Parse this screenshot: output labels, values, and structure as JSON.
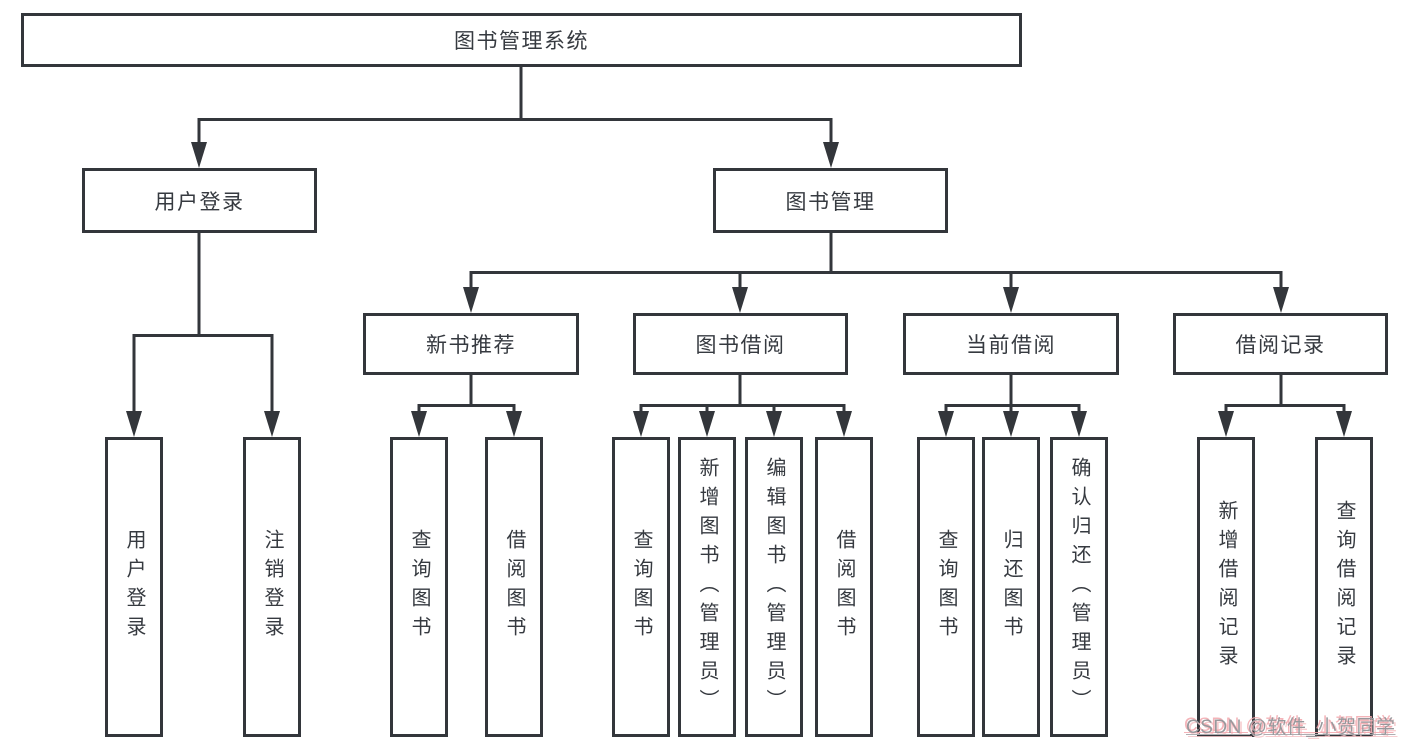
{
  "tree": {
    "label": "图书管理系统",
    "children": [
      {
        "label": "用户登录",
        "children": [
          {
            "label": "用户登录"
          },
          {
            "label": "注销登录"
          }
        ]
      },
      {
        "label": "图书管理",
        "children": [
          {
            "label": "新书推荐",
            "children": [
              {
                "label": "查询图书"
              },
              {
                "label": "借阅图书"
              }
            ]
          },
          {
            "label": "图书借阅",
            "children": [
              {
                "label": "查询图书"
              },
              {
                "label": "新增图书（管理员）"
              },
              {
                "label": "编辑图书（管理员）"
              },
              {
                "label": "借阅图书"
              }
            ]
          },
          {
            "label": "当前借阅",
            "children": [
              {
                "label": "查询图书"
              },
              {
                "label": "归还图书"
              },
              {
                "label": "确认归还（管理员）"
              }
            ]
          },
          {
            "label": "借阅记录",
            "children": [
              {
                "label": "新增借阅记录"
              },
              {
                "label": "查询借阅记录"
              }
            ]
          }
        ]
      }
    ]
  },
  "watermark": {
    "text": "CSDN @软件_小贺同学"
  },
  "colors": {
    "line": "#33363b",
    "node_border": "#33363b",
    "node_text": "#363a40",
    "background": "#ffffff",
    "watermark_gray": "#98989c",
    "watermark_pink": "#f2a7ad"
  }
}
